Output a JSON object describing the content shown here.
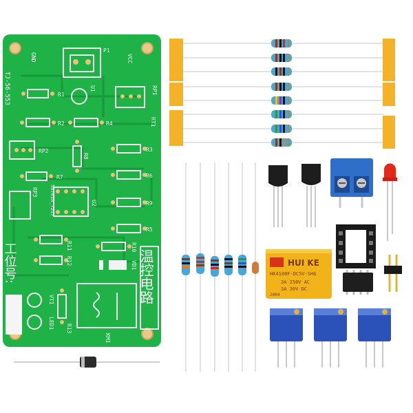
{
  "board": {
    "color": "#1fb247",
    "model_code": "TJ-56-553",
    "silkscreen_cn_right": "温控电路",
    "silkscreen_cn_left": "工位号:",
    "labels": {
      "gnd": "GND",
      "p1": "P1",
      "vcc": "VCC",
      "u1": "U1",
      "r1": "R1",
      "rp1": "RP1",
      "r2": "R2",
      "r4": "R4",
      "rt1": "RT1",
      "rp2": "RP2",
      "r8": "R8",
      "r3": "R3",
      "r7": "R7",
      "r6": "R6",
      "rp3": "RP3",
      "u2": "U2",
      "r9": "R9",
      "r5": "R5",
      "ic_text": "58701A_Y217",
      "r11": "R11",
      "r10": "R10",
      "r12": "R12",
      "vd1": "VD1",
      "vt1": "VT1",
      "led1": "LED1",
      "r13": "R13",
      "km1": "KM1"
    }
  },
  "relay": {
    "brand": "HUI KE",
    "model": "HK4100F-DC5V-SHG",
    "rating1": "3A 250V AC",
    "rating2": "3A 30V DC",
    "date": "2004"
  },
  "colors": {
    "tape": "#f4b22a",
    "potentiometer": "#2a52b8",
    "terminal": "#2f6fc9",
    "relay": "#f2b21a",
    "led": "#e22a1a"
  }
}
